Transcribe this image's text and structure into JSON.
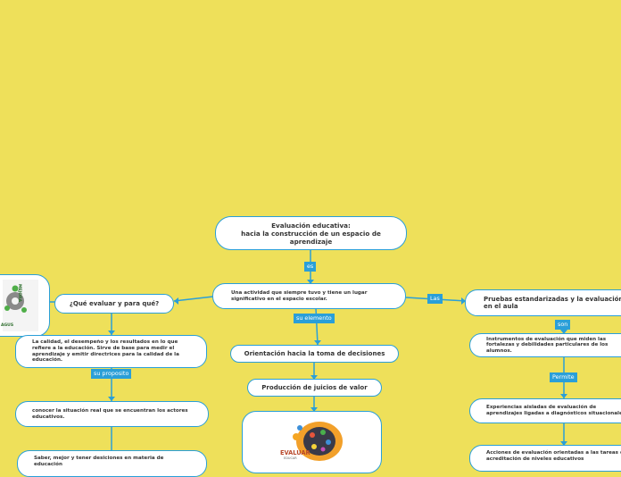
{
  "nodes": {
    "root": "Evaluación educativa:\nhacia la construcción de un espacio de aprendizaje",
    "definition": "Una actividad que siempre tuvo y tiene un lugar significativo en el espacio escolar.",
    "orientation": "Orientación hacia la toma de decisiones",
    "production": "Producción de juicios de valor",
    "question": "¿Qué evaluar y para qué?",
    "quality": "La calidad, el desempeño y los resultados en lo que refiere a la educación. Sirve de base para medir el aprendizaje y emitir directrices para la calidad de la educación.",
    "know_situation": "conocer la situación real que se encuentran los actores educativos.",
    "know_better": "Saber, mejor y tener desiciones en materia de educación",
    "standardized": "Pruebas estandarizadas y la evaluación en el aula",
    "instruments": "Instrumentos de evaluación que miden las fortalezas y debilidades particulares de los alumnos.",
    "experiences": "Experiencias aisladas de evaluación de aprendizajes ligadas a diagnósticos situacionales.",
    "actions": "Acciones de evaluación orientadas a las tareas de acreditación de niveles educativos"
  },
  "labels": {
    "es": "es",
    "su_elemento": "su elemento",
    "las": "Las",
    "su_proposito": "su proposito",
    "son": "son",
    "permite": "Permite"
  },
  "images": {
    "left_thumb_text": "MEJORA",
    "left_thumb_sub": "AGUS",
    "brain_logo": "EVALUAR",
    "brain_sub": "EDUCAR"
  },
  "colors": {
    "background": "#eee05a",
    "border": "#2a9fd8",
    "label": "#2a9fd8"
  }
}
